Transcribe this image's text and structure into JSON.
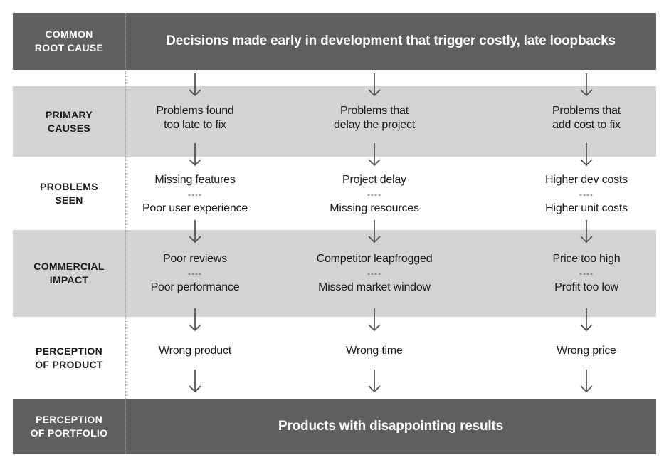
{
  "rows": {
    "root": {
      "label": "COMMON\nROOT CAUSE",
      "text": "Decisions made early in development that trigger costly, late loopbacks"
    },
    "primary": {
      "label": "PRIMARY\nCAUSES",
      "cells": [
        "Problems found\ntoo late to fix",
        "Problems that\ndelay the project",
        "Problems that\nadd cost to fix"
      ]
    },
    "problems": {
      "label": "PROBLEMS\nSEEN",
      "cells": [
        {
          "top": "Missing features",
          "sep": "----",
          "bottom": "Poor user experience"
        },
        {
          "top": "Project delay",
          "sep": "----",
          "bottom": "Missing resources"
        },
        {
          "top": "Higher dev costs",
          "sep": "----",
          "bottom": "Higher unit costs"
        }
      ]
    },
    "commercial": {
      "label": "COMMERCIAL\nIMPACT",
      "cells": [
        {
          "top": "Poor reviews",
          "sep": "----",
          "bottom": "Poor performance"
        },
        {
          "top": "Competitor leapfrogged",
          "sep": "----",
          "bottom": "Missed market window"
        },
        {
          "top": "Price too high",
          "sep": "----",
          "bottom": "Profit too low"
        }
      ]
    },
    "product": {
      "label": "PERCEPTION\nOF PRODUCT",
      "cells": [
        "Wrong product",
        "Wrong time",
        "Wrong price"
      ]
    },
    "portfolio": {
      "label": "PERCEPTION\nOF PORTFOLIO",
      "text": "Products with disappointing results"
    }
  },
  "colors": {
    "dark_band": "#5f5f5f",
    "light_band": "#d3d3d3",
    "arrow": "#555555"
  },
  "icons": {
    "arrow": "arrow-down-icon"
  }
}
